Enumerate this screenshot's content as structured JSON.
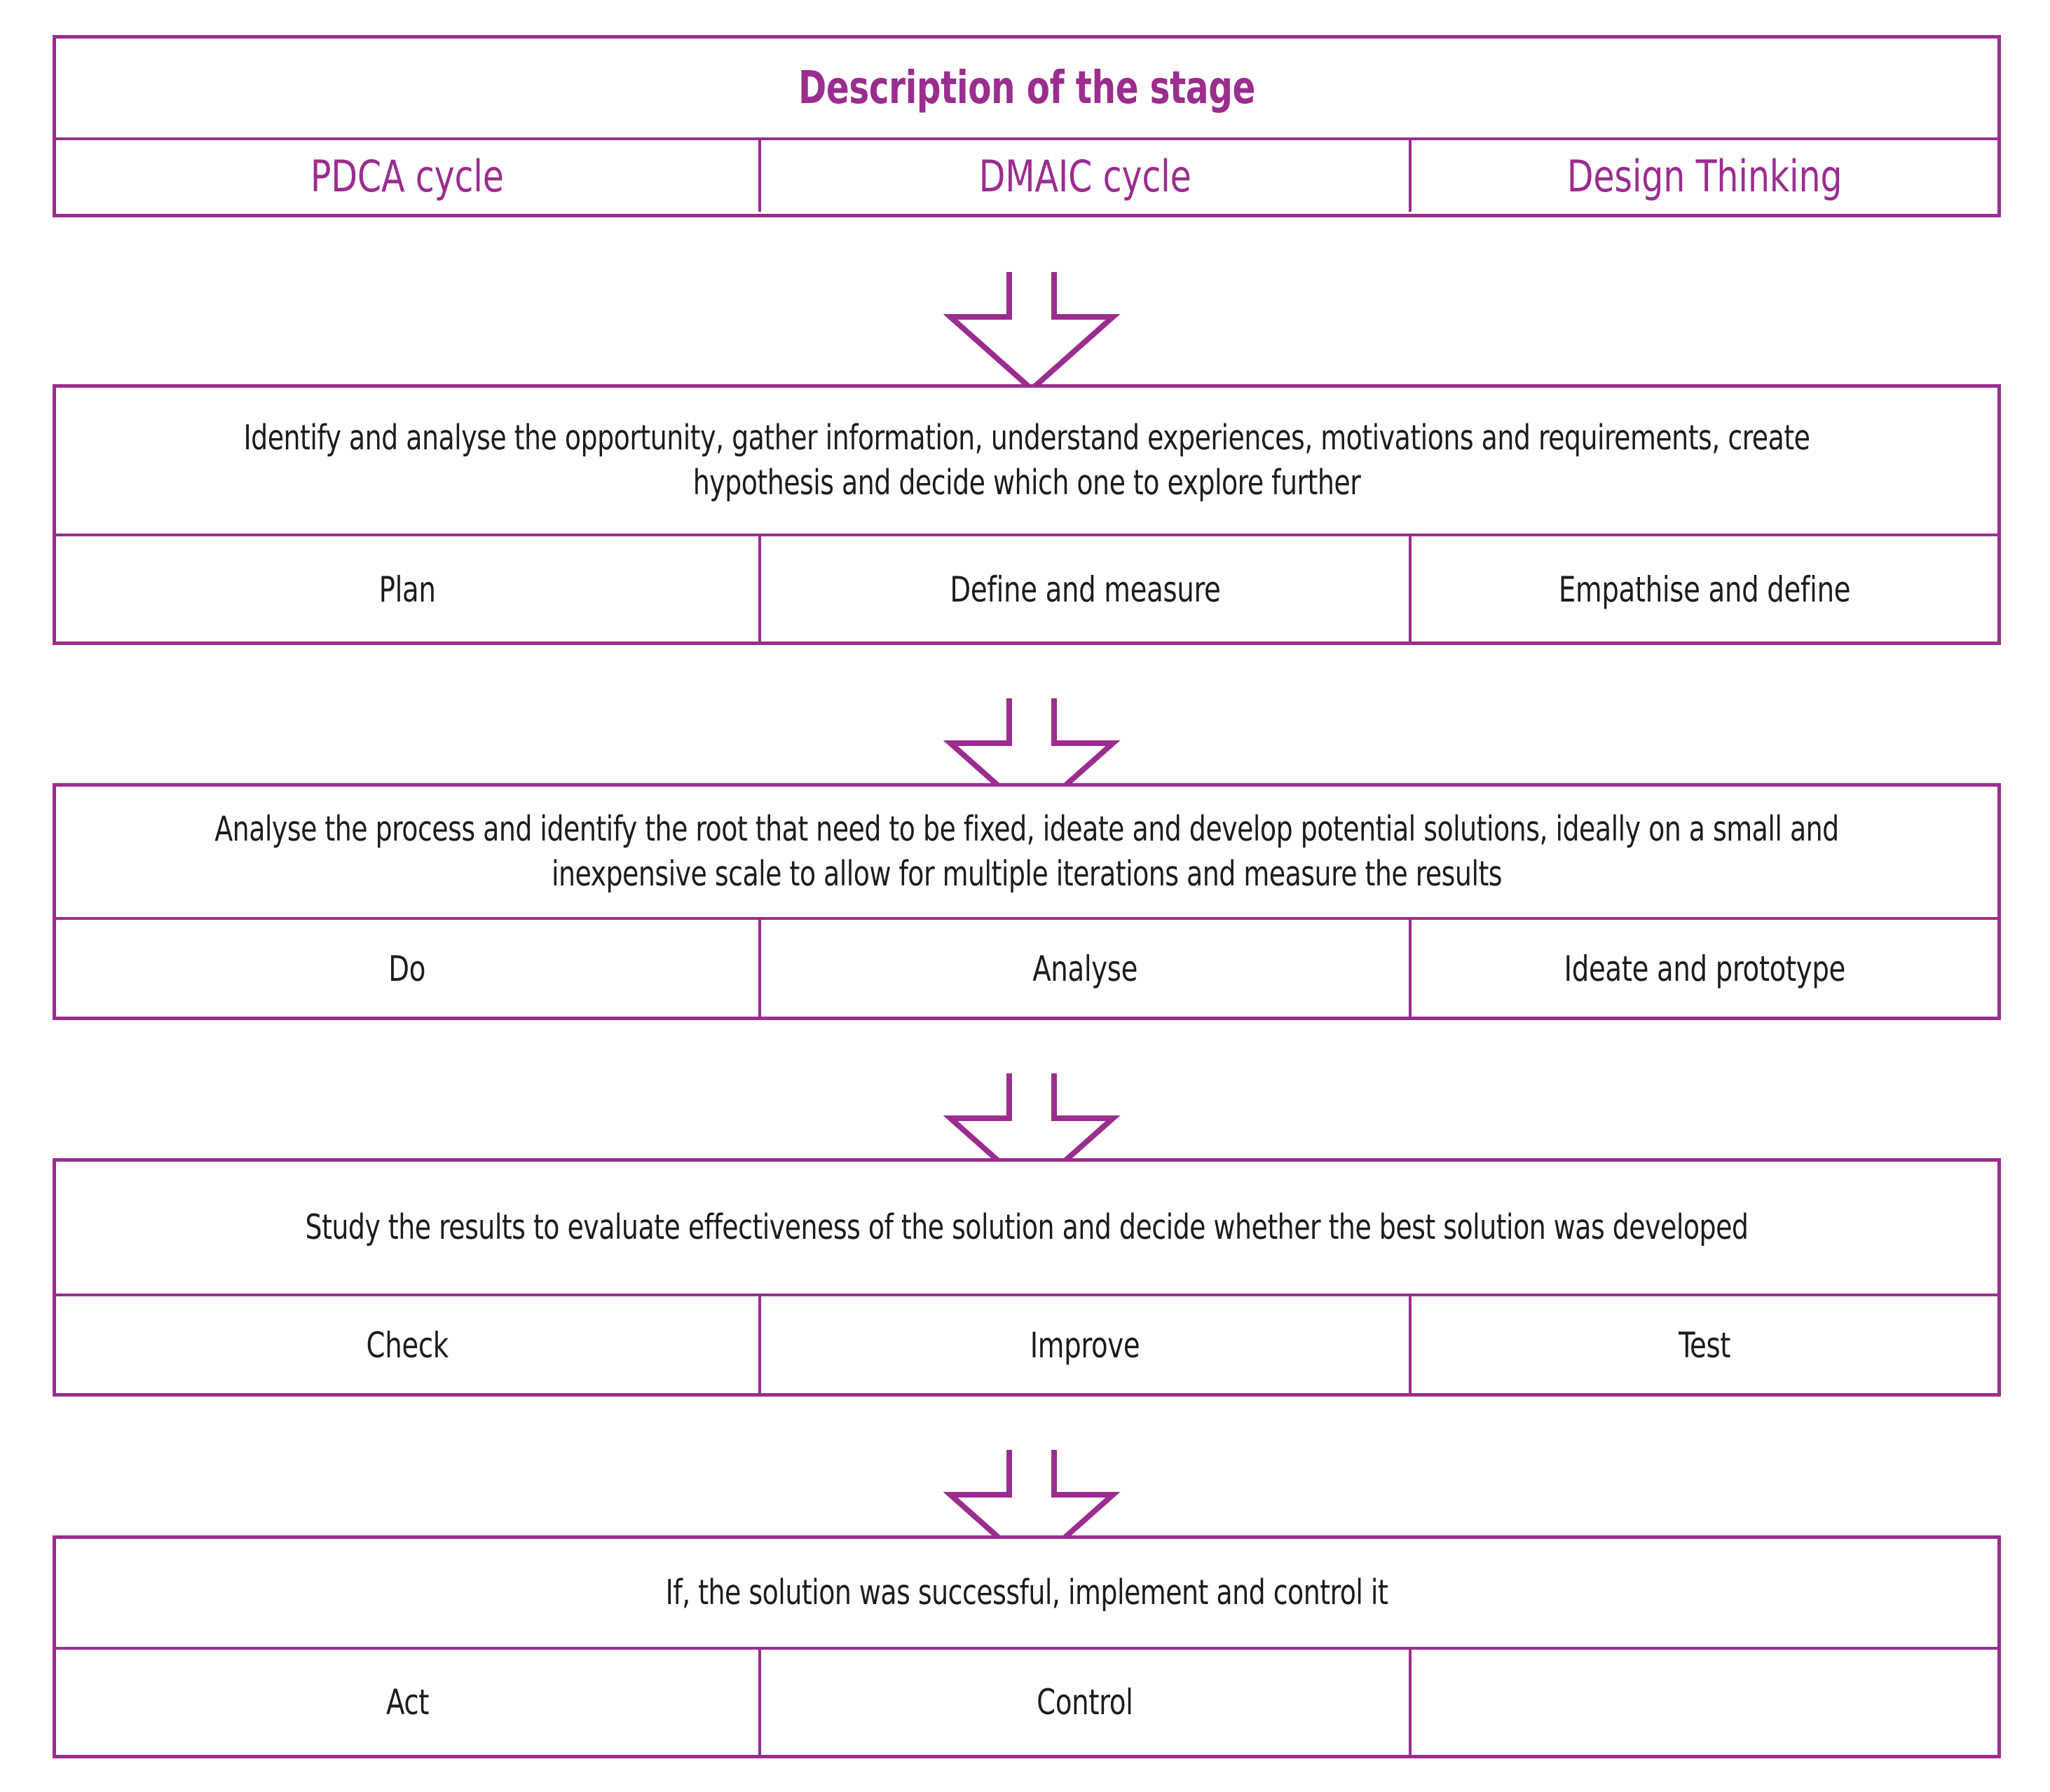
{
  "diagram": {
    "title": "Description of the stage",
    "columns": [
      "PDCA cycle",
      "DMAIC cycle",
      "Design Thinking"
    ],
    "accent_color": "#9B2D8F",
    "text_color": "#1c1c1c",
    "connector_icon": "down-arrow-icon",
    "stages": [
      {
        "description": "Identify and analyse the opportunity, gather information, understand experiences, motivations and requirements, create hypothesis and decide which one to explore further",
        "pdca": "Plan",
        "dmaic": "Define and measure",
        "design_thinking": "Empathise and define"
      },
      {
        "description": "Analyse the process and identify the root that need to be fixed, ideate and develop potential solutions, ideally on a small and inexpensive scale to allow for multiple iterations and measure the results",
        "pdca": "Do",
        "dmaic": "Analyse",
        "design_thinking": "Ideate and prototype"
      },
      {
        "description": "Study the results to evaluate effectiveness of the solution and decide whether the best solution was developed",
        "pdca": "Check",
        "dmaic": "Improve",
        "design_thinking": "Test"
      },
      {
        "description": "If, the solution was successful, implement and control it",
        "pdca": "Act",
        "dmaic": "Control",
        "design_thinking": ""
      }
    ]
  }
}
